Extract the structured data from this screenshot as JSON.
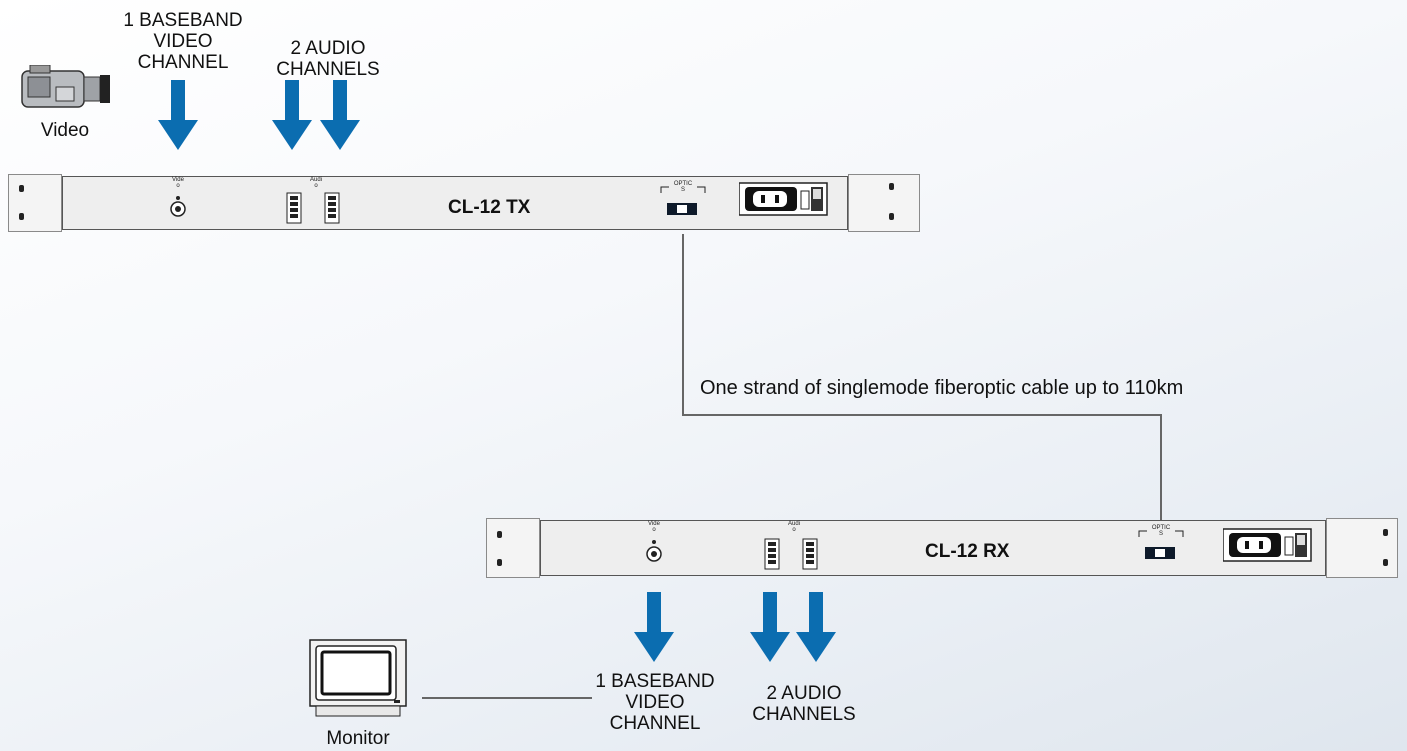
{
  "tx": {
    "video_channel_label": "1 BASEBAND\nVIDEO\nCHANNEL",
    "audio_channels_label": "2 AUDIO\nCHANNELS",
    "camera_label": "Video",
    "model": "CL-12 TX",
    "video_port_label": "Vide\no",
    "audio_port_label": "Audi\no",
    "optic_label": "OPTIC\nS"
  },
  "cable": {
    "label": "One strand of singlemode fiberoptic cable up to 110km"
  },
  "rx": {
    "model": "CL-12 RX",
    "video_port_label": "Vide\no",
    "audio_port_label": "Audi\no",
    "optic_label": "OPTIC\nS",
    "video_channel_label": "1 BASEBAND\nVIDEO\nCHANNEL",
    "audio_channels_label": "2 AUDIO\nCHANNELS",
    "monitor_label": "Monitor"
  },
  "colors": {
    "arrow": "#0b6db0"
  }
}
